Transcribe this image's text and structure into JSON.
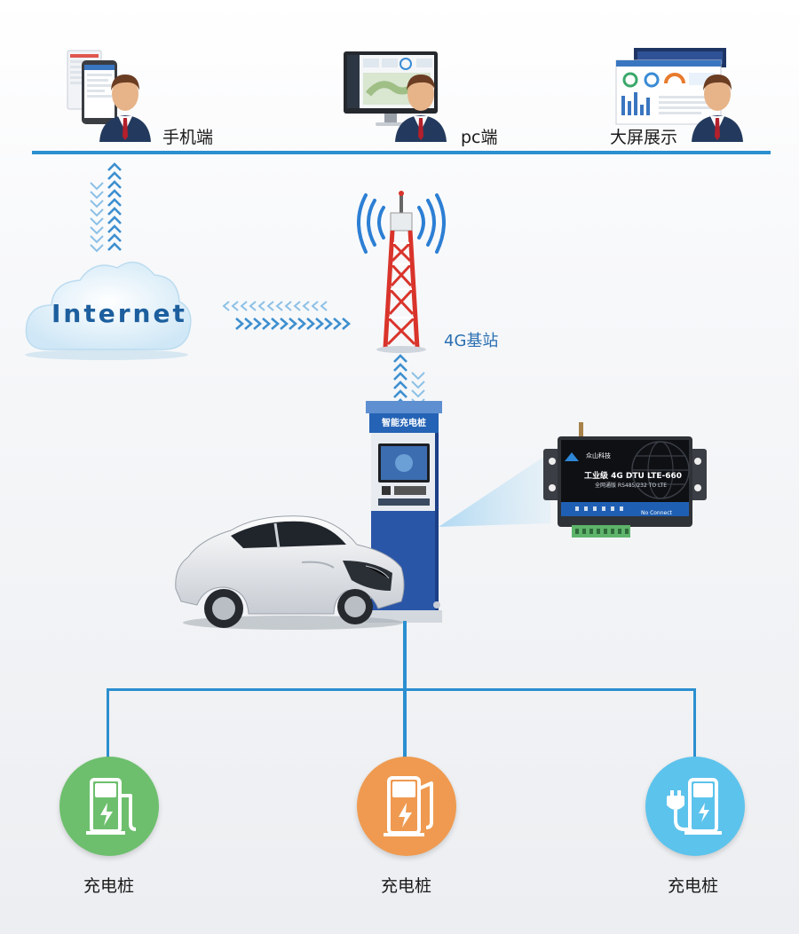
{
  "top_endpoints": {
    "mobile": {
      "label": "手机端"
    },
    "pc": {
      "label": "pc端"
    },
    "bigscreen": {
      "label": "大屏展示"
    }
  },
  "cloud": {
    "label": "Internet"
  },
  "tower": {
    "label": "4G基站"
  },
  "kiosk": {
    "sign": "智能充电桩"
  },
  "dtu": {
    "brand": "众山科技",
    "title": "工业级 4G DTU LTE-660",
    "subtitle": "全网通版 RS485/232 TO LTE",
    "status": "No Connect"
  },
  "stations": [
    {
      "label": "充电桩"
    },
    {
      "label": "充电桩"
    },
    {
      "label": "充电桩"
    }
  ],
  "colors": {
    "line_blue": "#2b8fd0",
    "arrow_blue": "#3d8fcf",
    "green": "#6dbf6d",
    "orange": "#ef9a50",
    "light_blue": "#5cc3ec"
  }
}
